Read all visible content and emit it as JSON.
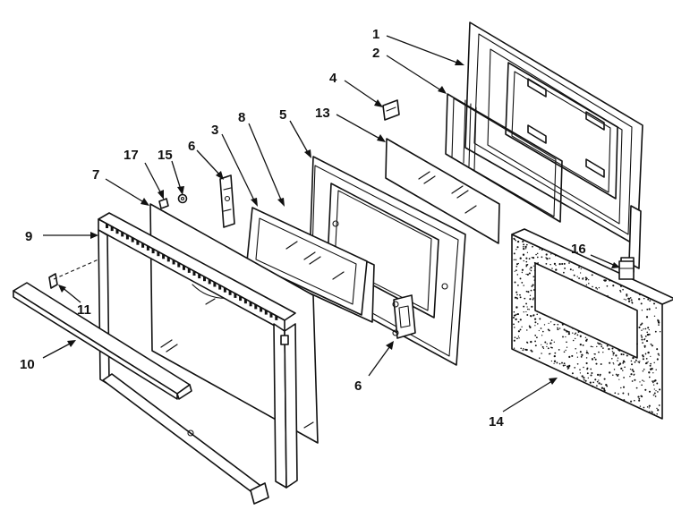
{
  "diagram": {
    "callouts": [
      {
        "id": "c1",
        "label": "1"
      },
      {
        "id": "c2",
        "label": "2"
      },
      {
        "id": "c3",
        "label": "3"
      },
      {
        "id": "c4",
        "label": "4"
      },
      {
        "id": "c5",
        "label": "5"
      },
      {
        "id": "c6a",
        "label": "6"
      },
      {
        "id": "c6b",
        "label": "6"
      },
      {
        "id": "c7",
        "label": "7"
      },
      {
        "id": "c8",
        "label": "8"
      },
      {
        "id": "c9",
        "label": "9"
      },
      {
        "id": "c10",
        "label": "10"
      },
      {
        "id": "c11",
        "label": "11"
      },
      {
        "id": "c13",
        "label": "13"
      },
      {
        "id": "c14",
        "label": "14"
      },
      {
        "id": "c15",
        "label": "15"
      },
      {
        "id": "c16",
        "label": "16"
      },
      {
        "id": "c17",
        "label": "17"
      }
    ]
  }
}
